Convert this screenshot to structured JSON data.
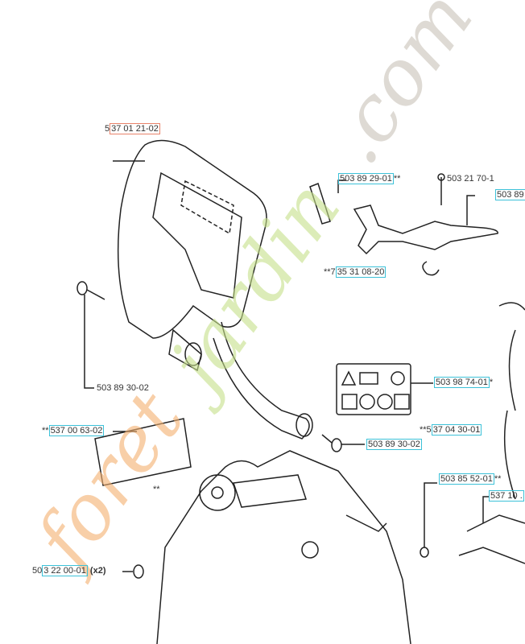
{
  "watermark": {
    "part1": "foret",
    "part2": "jardin",
    "part3": ".com",
    "colors": {
      "orange": "#f5b070",
      "green": "#c6e08a",
      "gray": "#c9c3b8"
    }
  },
  "labels": [
    {
      "prefix": "5",
      "code": "37 01 21-02",
      "suffix": ""
    },
    {
      "prefix": "",
      "code": "503 89 29-01",
      "suffix": "**"
    },
    {
      "prefix": "",
      "code": "503 21 70-1",
      "suffix": ""
    },
    {
      "prefix": "",
      "code": "503 89",
      "suffix": ""
    },
    {
      "prefix": "**7",
      "code": "35 31 08-20",
      "suffix": ""
    },
    {
      "prefix": "",
      "code": "503 89 30-02",
      "suffix": ""
    },
    {
      "prefix": "",
      "code": "503 98 74-01",
      "suffix": "*"
    },
    {
      "prefix": "**",
      "code": "537 00 63-02",
      "suffix": ""
    },
    {
      "prefix": "**5",
      "code": "37 04 30-01",
      "suffix": ""
    },
    {
      "prefix": "",
      "code": "503 89 30-02",
      "suffix": ""
    },
    {
      "prefix": "",
      "code": "503 85 52-01",
      "suffix": "**"
    },
    {
      "prefix": "",
      "code": "537 10 .",
      "suffix": ""
    },
    {
      "prefix": "50",
      "code": "3 22 00-01",
      "suffix": " (x2)"
    },
    {
      "prefix": "",
      "code": "**",
      "suffix": ""
    }
  ]
}
